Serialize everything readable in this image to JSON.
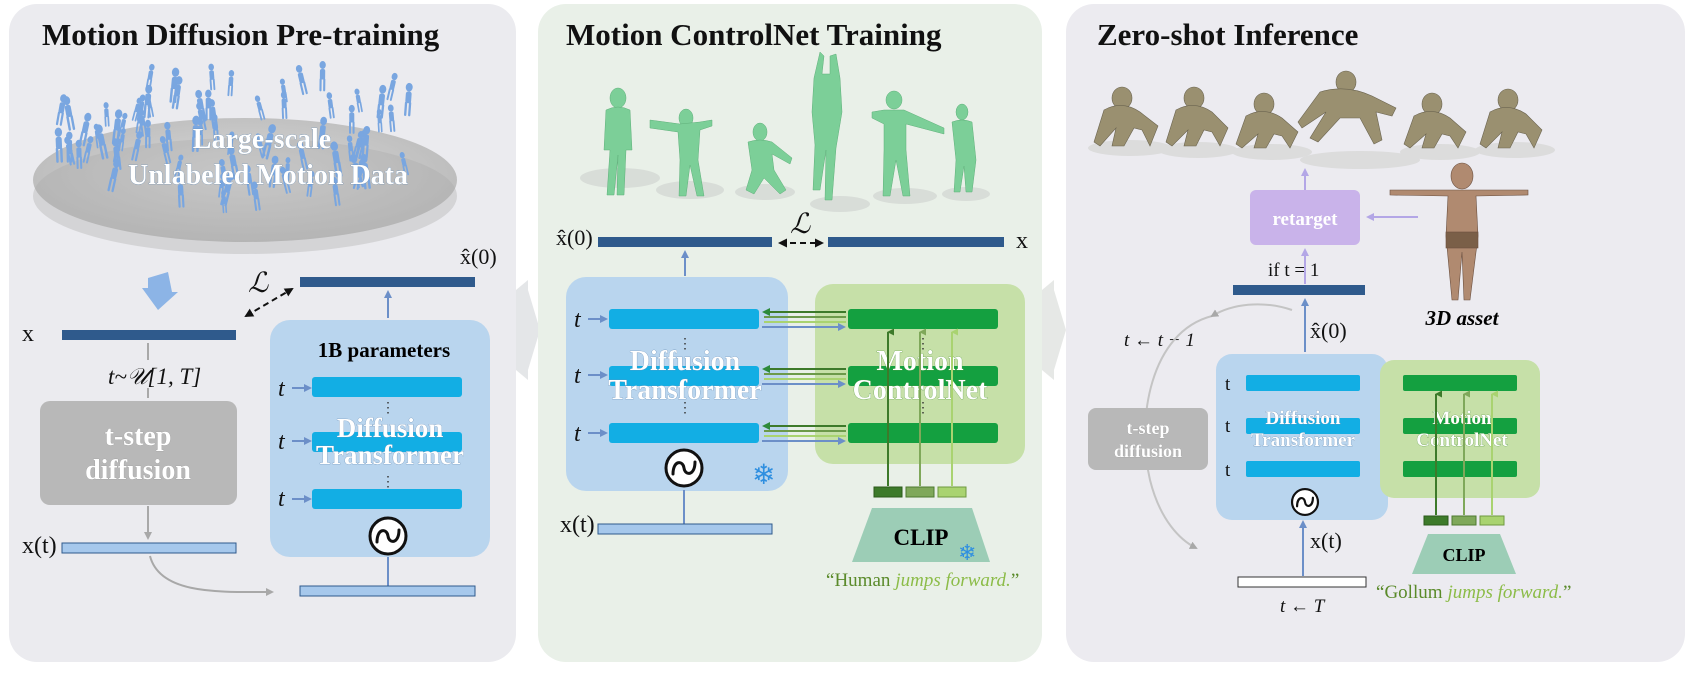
{
  "panels": [
    {
      "title": "Motion Diffusion Pre-training",
      "data_overlay": [
        "Large-scale",
        "Unlabeled Motion Data"
      ],
      "x_label": "x",
      "t_sample": "t~𝒰[1, T]",
      "tstep_label": [
        "t-step",
        "diffusion"
      ],
      "xt_label": "x(t)",
      "loss": "ℒ",
      "xhat_label": "x̂(0)",
      "params_label": "1B parameters",
      "t_labels": [
        "t",
        "t",
        "t"
      ],
      "dit_label": [
        "Diffusion",
        "Transformer"
      ]
    },
    {
      "title": "Motion ControlNet Training",
      "xhat_label": "x̂(0)",
      "loss": "ℒ",
      "x_label": "x",
      "t_labels": [
        "t",
        "t",
        "t"
      ],
      "dit_label": [
        "Diffusion",
        "Transformer"
      ],
      "controlnet_label": [
        "Motion",
        "ControlNet"
      ],
      "xt_label": "x(t)",
      "clip_label": "CLIP",
      "prompt_human": "Human",
      "prompt_action": "jumps forward.",
      "prompt_open": "“",
      "prompt_close": "”"
    },
    {
      "title": "Zero-shot Inference",
      "retarget_label": "retarget",
      "asset_label": "3D asset",
      "cond_label": "if t = 1",
      "xhat_label": "x̂(0)",
      "loop_label": "t ← t − 1",
      "tstep_label": [
        "t-step",
        "diffusion"
      ],
      "t_labels": [
        "t",
        "t",
        "t"
      ],
      "dit_label": [
        "Diffusion",
        "Transformer"
      ],
      "controlnet_label": [
        "Motion",
        "ControlNet"
      ],
      "xt_label": "x(t)",
      "clip_label": "CLIP",
      "init_label": "t ← T",
      "prompt_char": "Gollum",
      "prompt_action": "jumps forward.",
      "prompt_open": "“",
      "prompt_close": "”"
    }
  ],
  "colors": {
    "panel1_bg": "#ebebef",
    "panel2_bg": "#e9f0e8",
    "panel3_bg": "#ecebf0",
    "dark_bar": "#2f5a8c",
    "light_bar": "#a6c8ec",
    "cyan_bar": "#12aee4",
    "green_bar": "#14a040",
    "dit_box": "#b9d5ee",
    "controlnet_box": "#c6e0a8",
    "tstep_box": "#b8b8b8",
    "retarget_box": "#c9b3ea",
    "clip_box": "#9ccdb6",
    "human_figure": "#7ccf98",
    "data_figure": "#79a6e0",
    "gollum_figure": "#9a9070",
    "prompt_green": "#5a8a2a",
    "prompt_lime": "#8cbc48"
  }
}
